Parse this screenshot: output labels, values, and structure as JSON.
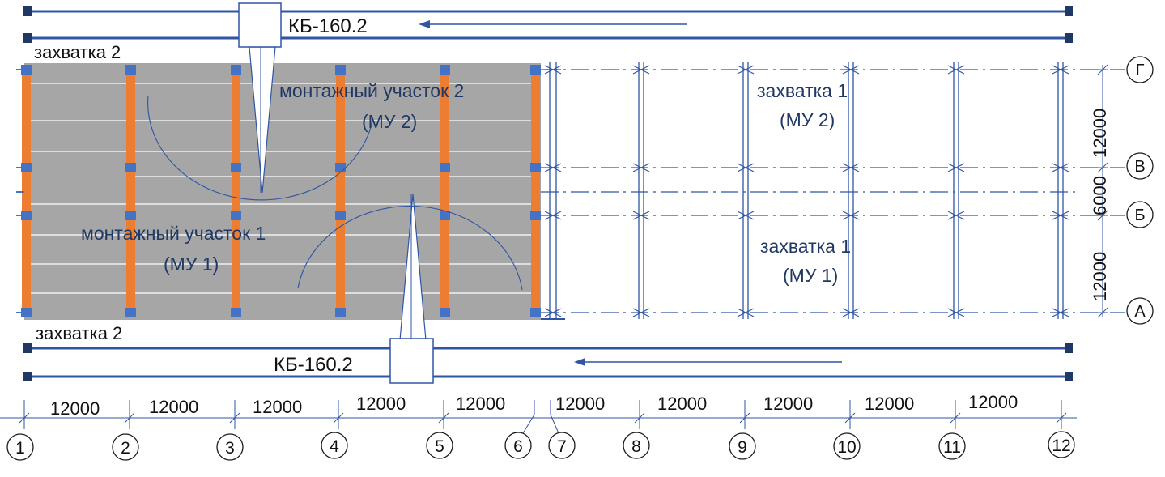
{
  "crane_label": "КБ-160.2",
  "top_left_label": "захватка 2",
  "bottom_left_label": "захватка 2",
  "mu2_title": "монтажный участок 2",
  "mu2_short": "(МУ 2)",
  "mu1_title": "монтажный участок 1",
  "mu1_short": "(МУ 1)",
  "z1_top_title": "захватка 1",
  "z1_top_short": "(МУ 2)",
  "z1_bottom_title": "захватка 1",
  "z1_bottom_short": "(МУ 1)",
  "dim_vertical": [
    "12000",
    "6000",
    "12000"
  ],
  "dim_horizontal": [
    "12000",
    "12000",
    "12000",
    "12000",
    "12000",
    "12000",
    "12000",
    "12000",
    "12000",
    "12000"
  ],
  "axis_numbers": [
    "1",
    "2",
    "3",
    "4",
    "5",
    "6",
    "7",
    "8",
    "9",
    "10",
    "11",
    "12"
  ],
  "axis_letters": [
    "Г",
    "В",
    "Б",
    "А"
  ],
  "colors": {
    "line": "#2f55a4",
    "dark": "#1f3864",
    "slab": "#a6a6a6",
    "column": "#ed7d31",
    "node": "#4472c4",
    "rail_end": "#1f3864"
  }
}
